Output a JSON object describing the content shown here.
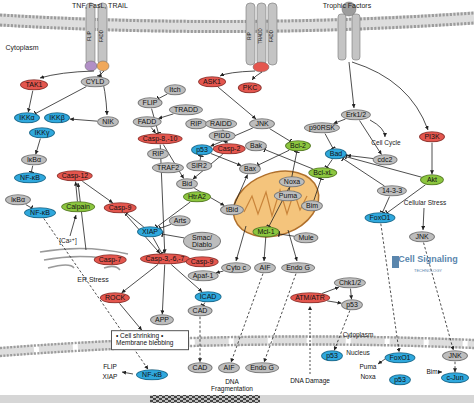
{
  "diagram": {
    "nodes": [
      {
        "text": [
          "TAK1"
        ]
      },
      {
        "text": [
          "CYLD"
        ]
      },
      {
        "text": [
          "Itch"
        ]
      },
      {
        "text": [
          "ASK1"
        ]
      },
      {
        "text": [
          "PKC"
        ]
      },
      {
        "text": [
          "FLIP"
        ]
      },
      {
        "text": [
          "TRADD"
        ]
      },
      {
        "text": [
          "IKKα"
        ]
      },
      {
        "text": [
          "IKKβ"
        ]
      },
      {
        "text": [
          "NIK"
        ]
      },
      {
        "text": [
          "FADD"
        ]
      },
      {
        "text": [
          "RIP"
        ]
      },
      {
        "text": [
          "RAIDD"
        ]
      },
      {
        "text": [
          "PIDD"
        ]
      },
      {
        "text": [
          "IKKγ"
        ]
      },
      {
        "text": [
          "Casp-8,-10"
        ]
      },
      {
        "text": [
          "p53"
        ]
      },
      {
        "text": [
          "JNK"
        ]
      },
      {
        "text": [
          "Casp-2"
        ]
      },
      {
        "text": [
          "RIP"
        ]
      },
      {
        "text": [
          "SIR2"
        ]
      },
      {
        "text": [
          "TRAF2"
        ]
      },
      {
        "text": [
          "IκBα"
        ]
      },
      {
        "text": [
          "NF-κB"
        ]
      },
      {
        "text": [
          "Casp-12"
        ]
      },
      {
        "text": [
          "Bid"
        ]
      },
      {
        "text": [
          "IκBα"
        ]
      },
      {
        "text": [
          "NF-κB"
        ]
      },
      {
        "text": [
          "Calpain"
        ]
      },
      {
        "text": [
          "Casp-9"
        ]
      },
      {
        "text": [
          "HtrA2"
        ]
      },
      {
        "text": [
          "tBid"
        ]
      },
      {
        "text": [
          "Arts"
        ]
      },
      {
        "text": [
          "XIAP"
        ]
      },
      {
        "text": [
          "Smac/ Diablo"
        ]
      },
      {
        "text": [
          "p90RSK"
        ]
      },
      {
        "text": [
          "Erk1/2"
        ]
      },
      {
        "text": [
          "Bak"
        ]
      },
      {
        "text": [
          "Bcl-2"
        ]
      },
      {
        "text": [
          "Bad"
        ]
      },
      {
        "text": [
          "Bax"
        ]
      },
      {
        "text": [
          "Bcl-xL"
        ]
      },
      {
        "text": [
          "Noxa"
        ]
      },
      {
        "text": [
          "Puma"
        ]
      },
      {
        "text": [
          "Bim"
        ]
      },
      {
        "text": [
          "Mcl-1"
        ]
      },
      {
        "text": [
          "Mule"
        ]
      },
      {
        "text": [
          "PI3K"
        ]
      },
      {
        "text": [
          "cdc2"
        ]
      },
      {
        "text": [
          "Akt"
        ]
      },
      {
        "text": [
          "14-3-3"
        ]
      },
      {
        "text": [
          "FoxO1"
        ]
      },
      {
        "text": [
          "JNK"
        ]
      },
      {
        "text": [
          "Casp-7"
        ]
      },
      {
        "text": [
          "Casp-3,-6,-7"
        ]
      },
      {
        "text": [
          "Casp-9"
        ]
      },
      {
        "text": [
          "Apaf-1"
        ]
      },
      {
        "text": [
          "Cyto c"
        ]
      },
      {
        "text": [
          "AIF"
        ]
      },
      {
        "text": [
          "Endo G"
        ]
      },
      {
        "text": [
          "Chk1/2"
        ]
      },
      {
        "text": [
          "ROCK"
        ]
      },
      {
        "text": [
          "ICAD"
        ]
      },
      {
        "text": [
          "CAD"
        ]
      },
      {
        "text": [
          "ATM/ATR"
        ]
      },
      {
        "text": [
          "p53"
        ]
      },
      {
        "text": [
          "APP"
        ]
      },
      {
        "text": [
          "• Cell shrinking • Membrane blebbing"
        ]
      },
      {
        "text": [
          "CAD"
        ]
      },
      {
        "text": [
          "AIF"
        ]
      },
      {
        "text": [
          "Endo G"
        ]
      },
      {
        "text": [
          "NF-κB"
        ]
      },
      {
        "text": [
          "p53"
        ]
      },
      {
        "text": [
          "FoxO1"
        ]
      },
      {
        "text": [
          "JNK"
        ]
      },
      {
        "text": [
          "p53"
        ]
      },
      {
        "text": [
          "c-Jun"
        ]
      }
    ],
    "edges": [
      {
        "from": 0,
        "to": 7,
        "arrow": "to"
      },
      {
        "from": 1,
        "to": 7,
        "arrow": "none"
      },
      {
        "from": 2,
        "to": 5,
        "arrow": "none"
      },
      {
        "from": 5,
        "to": 15,
        "arrow": "none"
      },
      {
        "from": 9,
        "to": 8,
        "arrow": "to"
      },
      {
        "from": 6,
        "to": 10,
        "arrow": "to"
      },
      {
        "from": 10,
        "to": 15,
        "arrow": "to"
      },
      {
        "from": 12,
        "to": 18,
        "arrow": "to"
      },
      {
        "from": 13,
        "to": 18,
        "arrow": "to"
      },
      {
        "from": 14,
        "to": 22,
        "arrow": "to"
      },
      {
        "from": 22,
        "to": 23,
        "arrow": "none"
      },
      {
        "from": 26,
        "to": 27,
        "arrow": "none"
      },
      {
        "from": 27,
        "to": 71,
        "arrow": "to"
      },
      {
        "from": 3,
        "to": 17,
        "arrow": "to"
      },
      {
        "from": 17,
        "to": 16,
        "arrow": "to"
      },
      {
        "from": 17,
        "to": 38,
        "arrow": "none"
      },
      {
        "from": 16,
        "to": 40,
        "arrow": "to"
      },
      {
        "from": 20,
        "to": 16,
        "arrow": "none"
      },
      {
        "from": 15,
        "to": 25,
        "arrow": "to"
      },
      {
        "from": 25,
        "to": 31,
        "arrow": "to"
      },
      {
        "from": 31,
        "to": 40,
        "arrow": "to"
      },
      {
        "from": 15,
        "to": 54,
        "arrow": "to"
      },
      {
        "from": 18,
        "to": 25,
        "arrow": "to"
      },
      {
        "from": 28,
        "to": 24,
        "arrow": "to"
      },
      {
        "from": 24,
        "to": 29,
        "arrow": "to"
      },
      {
        "from": 29,
        "to": 54,
        "arrow": "to"
      },
      {
        "from": 33,
        "to": 54,
        "arrow": "none"
      },
      {
        "from": 33,
        "to": 29,
        "arrow": "none"
      },
      {
        "from": 34,
        "to": 33,
        "arrow": "none"
      },
      {
        "from": 30,
        "to": 33,
        "arrow": "none"
      },
      {
        "from": 32,
        "to": 33,
        "arrow": "none"
      },
      {
        "from": 57,
        "to": 56,
        "arrow": "to"
      },
      {
        "from": 55,
        "to": 54,
        "arrow": "to"
      },
      {
        "from": 54,
        "to": 61,
        "arrow": "to"
      },
      {
        "from": 54,
        "to": 62,
        "arrow": "to"
      },
      {
        "from": 54,
        "to": 66,
        "arrow": "to"
      },
      {
        "from": 62,
        "to": 63,
        "arrow": "none"
      },
      {
        "from": 61,
        "to": 67,
        "arrow": "to"
      },
      {
        "from": 63,
        "to": 68,
        "arrow": "to"
      },
      {
        "from": 58,
        "to": 69,
        "arrow": "to"
      },
      {
        "from": 59,
        "to": 70,
        "arrow": "to"
      },
      {
        "from": 36,
        "to": 35,
        "arrow": "to"
      },
      {
        "from": 35,
        "to": 39,
        "arrow": "none"
      },
      {
        "from": 39,
        "to": 41,
        "arrow": "none"
      },
      {
        "from": 38,
        "to": 40,
        "arrow": "none"
      },
      {
        "from": 41,
        "to": 37,
        "arrow": "none"
      },
      {
        "from": 47,
        "to": 49,
        "arrow": "to"
      },
      {
        "from": 49,
        "to": 39,
        "arrow": "none"
      },
      {
        "from": 49,
        "to": 51,
        "arrow": "none"
      },
      {
        "from": 50,
        "to": 39,
        "arrow": "none"
      },
      {
        "from": 50,
        "to": 51,
        "arrow": "none"
      },
      {
        "from": 36,
        "to": 48,
        "arrow": "to"
      },
      {
        "from": 48,
        "to": 39,
        "arrow": "to"
      },
      {
        "from": 46,
        "to": 45,
        "arrow": "none"
      },
      {
        "from": 42,
        "to": 45,
        "arrow": "none"
      },
      {
        "from": 44,
        "to": 41,
        "arrow": "none"
      },
      {
        "from": 43,
        "to": 38,
        "arrow": "none"
      },
      {
        "from": 51,
        "to": 73,
        "arrow": "to"
      },
      {
        "from": 52,
        "to": 74,
        "arrow": "to"
      },
      {
        "from": 74,
        "to": 76,
        "arrow": "to"
      },
      {
        "from": 64,
        "to": 60,
        "arrow": "to"
      },
      {
        "from": 60,
        "to": 65,
        "arrow": "to"
      },
      {
        "from": 64,
        "to": 65,
        "arrow": "to"
      },
      {
        "from": 65,
        "to": 72,
        "arrow": "to"
      }
    ],
    "labels": [
      "TNF, FasL, TRAIL",
      "Trophic Factors",
      "Cytoplasm",
      "FLIP",
      "FADD",
      "RIP",
      "TRADD",
      "FADD",
      "[Ca²⁺]",
      "ER Stress",
      "Cell Cycle",
      "Cellular Stress",
      "Cell Signaling",
      "TECHNOLOGY",
      "Cytoplasm",
      "Nucleus",
      "FLIP",
      "XIAP",
      "DNA Fragmentation",
      "DNA Damage",
      "Puma",
      "Noxa",
      "Bim"
    ]
  }
}
